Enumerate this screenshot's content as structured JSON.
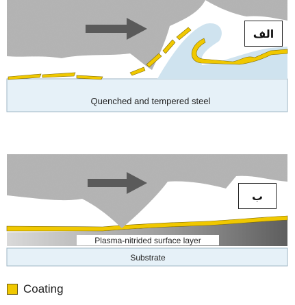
{
  "panel_a": {
    "tag": "الف",
    "layer_label": "Quenched and tempered steel"
  },
  "panel_b": {
    "tag": "ب",
    "surface_label": "Plasma-nitrided surface layer",
    "substrate_label": "Substrate"
  },
  "legend": {
    "label": "Coating",
    "swatch_color": "#f0c800"
  },
  "colors": {
    "coating": "#f0c800",
    "steel": "#e6f1f8",
    "abrasive": "#8a8a8a",
    "arrow": "#555555",
    "nitrided": "#8f8f8f"
  }
}
